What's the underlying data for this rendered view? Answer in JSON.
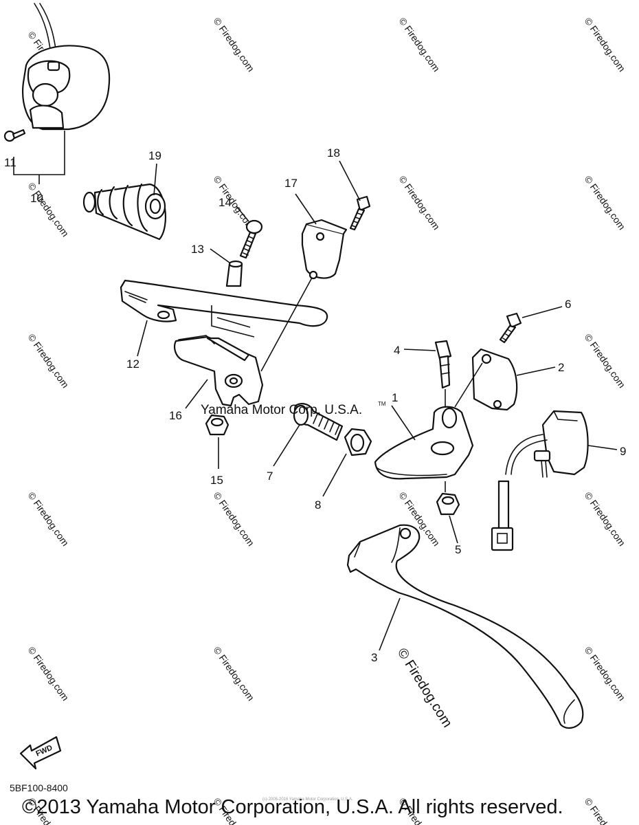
{
  "diagram": {
    "callouts": [
      "1",
      "2",
      "3",
      "4",
      "5",
      "6",
      "7",
      "8",
      "9",
      "10",
      "11",
      "12",
      "13",
      "14",
      "15",
      "16",
      "17",
      "18",
      "19"
    ],
    "watermark_text": "© Firedog.com",
    "center_watermark": "Yamaha Motor Corp, U.S.A.",
    "center_watermark_tm": "TM",
    "fwd_label": "FWD",
    "catalog_number": "5BF100-8400",
    "copyright": "©2013 Yamaha Motor Corporation, U.S.A. All rights reserved.",
    "tiny_notice": "(c) 2005-2016 Yamaha Motor Corporation, U.S.A."
  }
}
